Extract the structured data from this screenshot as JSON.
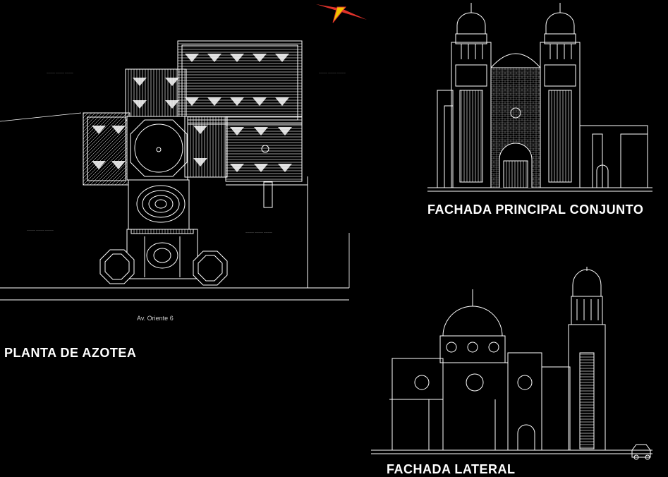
{
  "titles": {
    "plan": "PLANTA DE AZOTEA",
    "main_facade": "FACHADA PRINCIPAL CONJUNTO",
    "side_facade": "FACHADA LATERAL"
  },
  "labels": {
    "street": "Av. Oriente 6"
  },
  "colors": {
    "background": "#000000",
    "lines": "#ffffff",
    "north_arrow": "#e0322b",
    "north_arrow_accent": "#f2c400"
  },
  "icons": {
    "north_arrow": "north-arrow-icon",
    "car": "car-icon"
  }
}
